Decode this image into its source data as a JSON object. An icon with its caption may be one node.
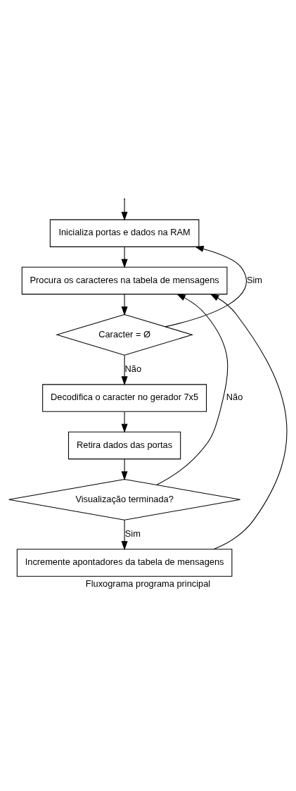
{
  "diagram": {
    "caption": "Fluxograma programa principal",
    "nodes": [
      {
        "text": [
          "Inicializa portas e dados na RAM"
        ]
      },
      {
        "text": [
          "Procura os caracteres na tabela de mensagens"
        ]
      },
      {
        "text": [
          "Caracter = Ø"
        ]
      },
      {
        "text": [
          "Decodifica o caracter no gerador 7x5"
        ]
      },
      {
        "text": [
          "Retira dados das portas"
        ]
      },
      {
        "text": [
          "Visualização terminada?"
        ]
      },
      {
        "text": [
          "Incremente apontadores da tabela de mensagens"
        ]
      }
    ],
    "edges": [
      {
        "from": null,
        "to": 0,
        "arrow": "to"
      },
      {
        "from": 2,
        "to": 0,
        "label": "Sim",
        "arrow": "to"
      },
      {
        "from": 0,
        "to": 1,
        "arrow": "to"
      },
      {
        "from": 1,
        "to": 2,
        "arrow": "to"
      },
      {
        "from": 2,
        "to": 3,
        "label": "Não",
        "arrow": "to"
      },
      {
        "from": 3,
        "to": 4,
        "arrow": "to"
      },
      {
        "from": 4,
        "to": 5,
        "arrow": "to"
      },
      {
        "from": 5,
        "to": 1,
        "label": "Não",
        "arrow": "to"
      },
      {
        "from": 5,
        "to": 6,
        "label": "Sim",
        "arrow": "to"
      },
      {
        "from": 6,
        "to": 1,
        "arrow": "to"
      }
    ]
  }
}
